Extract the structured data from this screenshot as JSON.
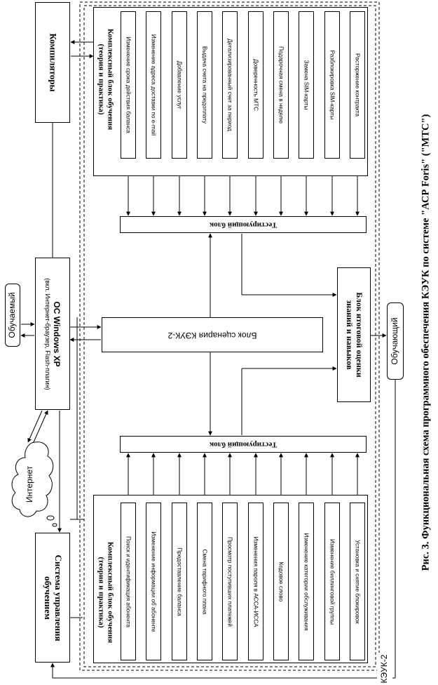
{
  "kezuk_label": "КЭУК-2",
  "compilers": "Компиляторы",
  "learner": "Обучаемый",
  "teacher": "Обучающий",
  "internet": "Интернет",
  "os": {
    "title": "ОС Windows XP",
    "subtitle": "(вкл. Интернет-браузер, Flash-плагин)"
  },
  "lms": {
    "line1": "Система управления",
    "line2": "обучением"
  },
  "scenario_block": "Блок сценария КЭУК-2",
  "testing_block_top": "Тестирующий блок",
  "testing_block_bottom": "Тестирующий блок",
  "final_block": {
    "line1": "Блок итоговой оценки",
    "line2": "знаний и навыков"
  },
  "complex_top": {
    "title1": "Комплексный блок обучения",
    "title2": "(теория и практика)",
    "items": [
      "Изменение срока действия баланса",
      "Изменение адреса доставки по e-mail",
      "Добавление услуг",
      "Выдача счета на предоплату",
      "Детализированный счет за период",
      "Доверенность МТС",
      "Подарочная смена в неделю",
      "Замена SIM-карты",
      "Разблокировка  SIM-карты",
      "Расторжение контракта"
    ]
  },
  "complex_bottom": {
    "title1": "Комплексный блок обучения",
    "title2": "(теория и практика)",
    "items": [
      "Поиск и идентификация абонента",
      "Изменение информации об абоненте",
      "Предоставление баланса",
      "Смена тарифного плана",
      "Просмотр поступивших платежей",
      "Изменения пароля в АССА-ИССА",
      "Кодовое слово",
      "Изменение категории обслуживания",
      "Изменение биллинговой группы",
      "Установка и снятие блокировок"
    ]
  },
  "caption": {
    "prefix": "Рис. 3.",
    "text": "Функциональная схема программного обеспечения КЭУК по системе \"АСР Foris\"  (\"МТС\")"
  }
}
